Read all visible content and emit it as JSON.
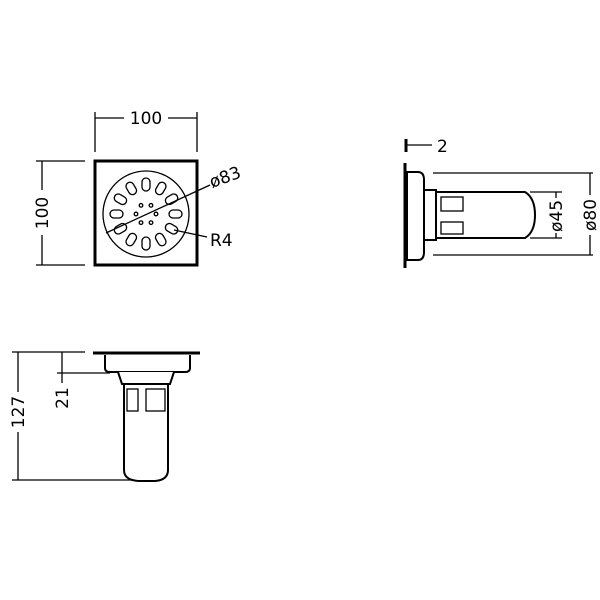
{
  "top_view": {
    "width_dim": "100",
    "height_dim": "100",
    "diameter_dim": "ø83",
    "radius_dim": "R4"
  },
  "side_view": {
    "flange_thickness_dim": "2",
    "inner_diameter_dim": "ø45",
    "outer_diameter_dim": "ø80"
  },
  "front_view": {
    "total_height_dim": "127",
    "flange_depth_dim": "21"
  },
  "colors": {
    "line": "#000000",
    "background": "#ffffff"
  }
}
